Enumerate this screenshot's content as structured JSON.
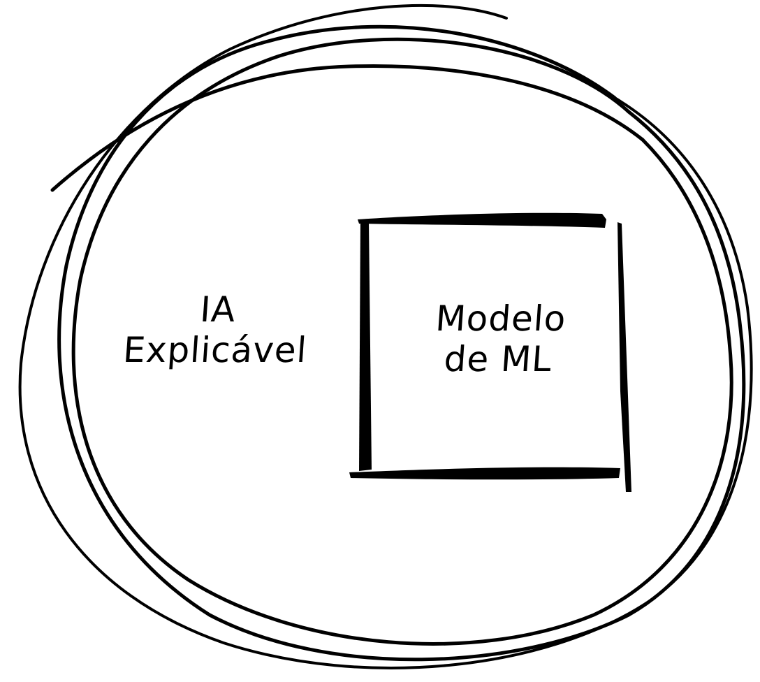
{
  "diagram": {
    "type": "nested sketch: circle containing square",
    "outer_region": {
      "shape": "hand-drawn scribbled circle (multiple loops)",
      "label_lines": [
        "IA",
        "Explicável"
      ]
    },
    "inner_region": {
      "shape": "brush-stroke square",
      "label_lines": [
        "Modelo",
        "de ML"
      ]
    },
    "colors": {
      "stroke": "#000000",
      "background": "#ffffff"
    }
  }
}
